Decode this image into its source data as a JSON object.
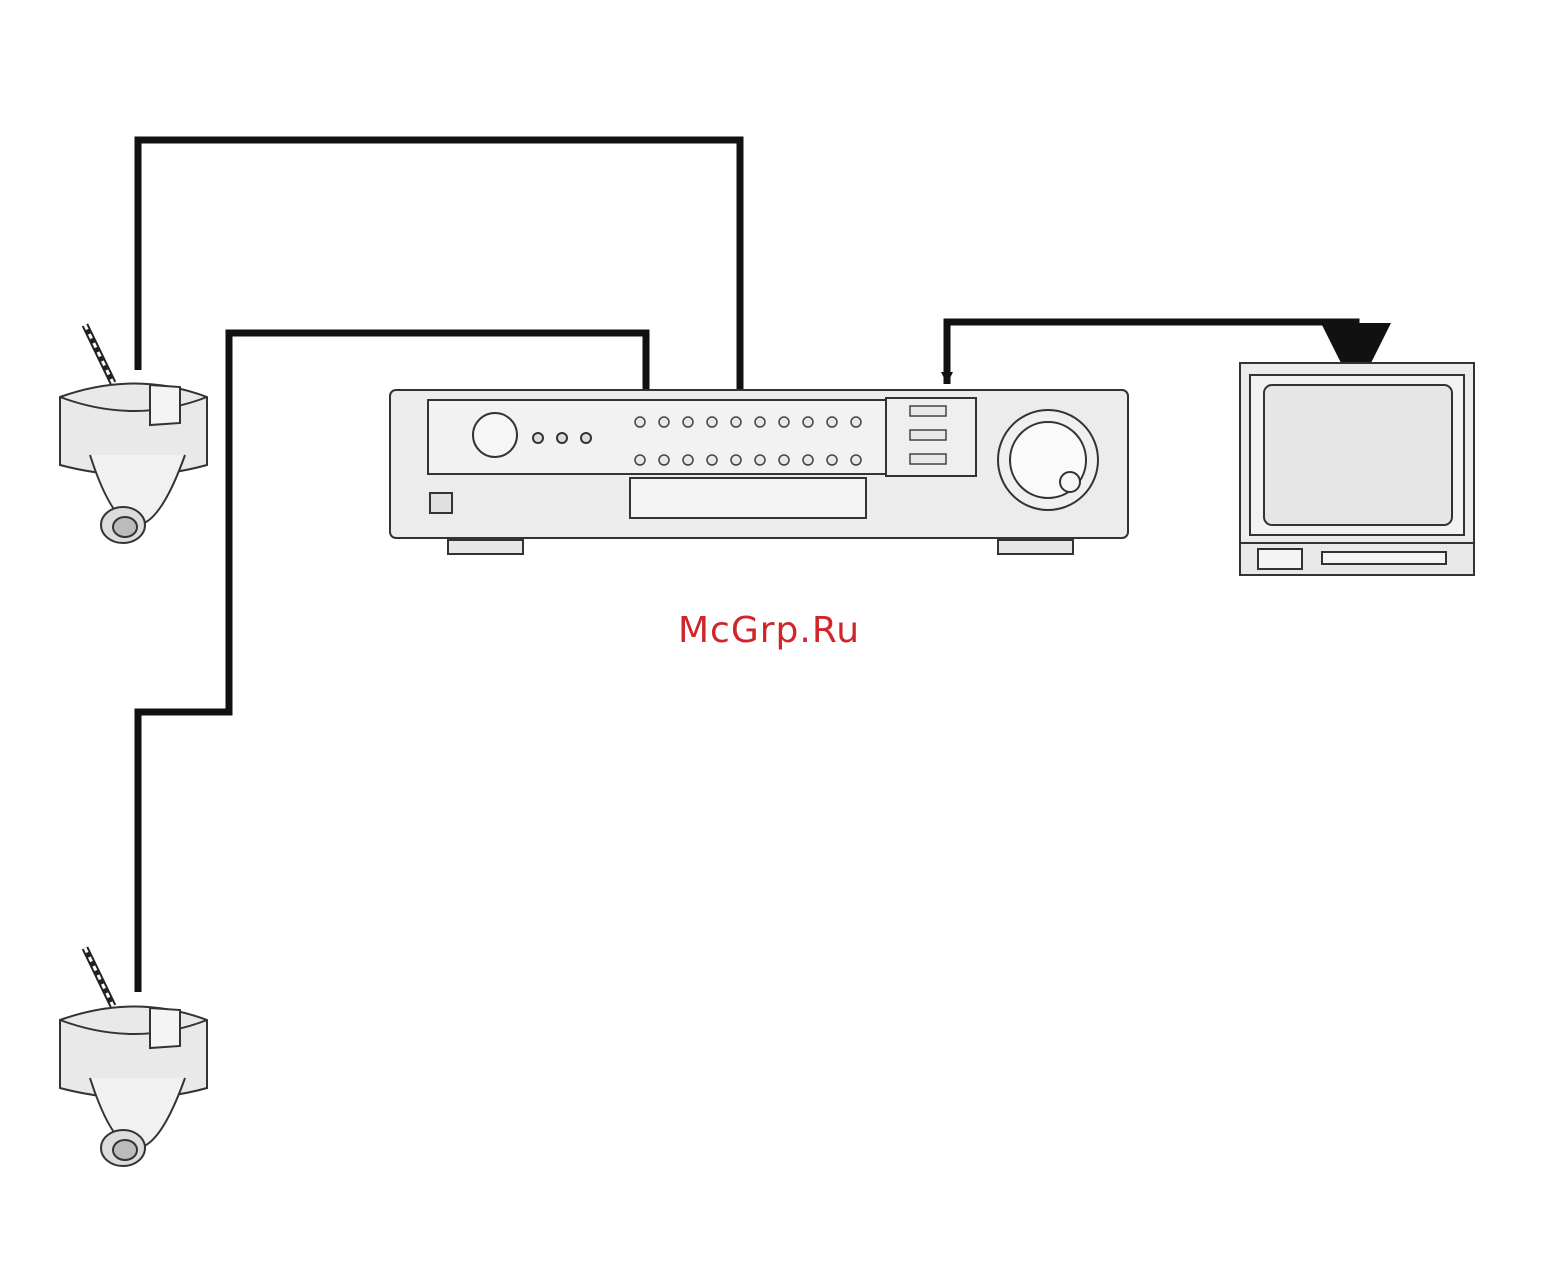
{
  "watermark": {
    "text": "McGrp.Ru",
    "color": "#d0262b"
  },
  "colors": {
    "cable": "#111111",
    "device_fill": "#ececec",
    "device_stroke": "#333333",
    "screen": "#e6e6e6"
  },
  "devices": [
    {
      "id": "camera-1",
      "icon": "dome-camera-icon"
    },
    {
      "id": "camera-2",
      "icon": "dome-camera-icon"
    },
    {
      "id": "dvr",
      "icon": "dvr-recorder-icon"
    },
    {
      "id": "monitor",
      "icon": "crt-monitor-icon"
    }
  ]
}
